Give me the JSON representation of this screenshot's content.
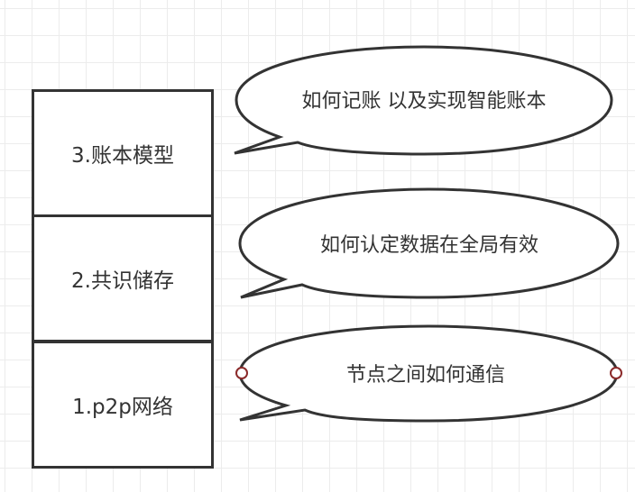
{
  "diagram": {
    "type": "layered-stack-with-callouts",
    "layers": [
      {
        "label": "3.账本模型",
        "callout": "如何记账 以及实现智能账本"
      },
      {
        "label": "2.共识储存",
        "callout": "如何认定数据在全局有效"
      },
      {
        "label": "1.p2p网络",
        "callout": "节点之间如何通信"
      }
    ],
    "colors": {
      "stroke": "#333333",
      "grid": "#ececec",
      "connection_point": "#8b2a2a",
      "fill": "#ffffff"
    }
  }
}
